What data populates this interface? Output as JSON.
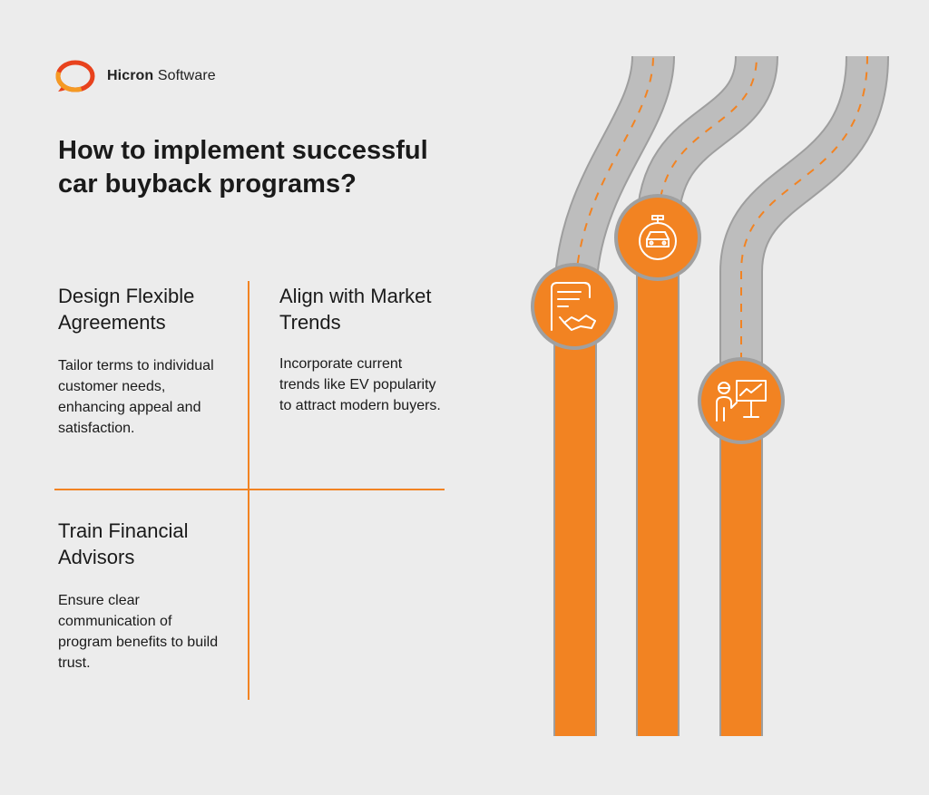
{
  "brand": {
    "name_bold": "Hicron",
    "name_regular": " Software"
  },
  "title": "How to implement successful car buyback programs?",
  "blocks": [
    {
      "heading": "Design Flexible Agreements",
      "text": "Tailor terms to individual customer needs, enhancing appeal and satisfaction."
    },
    {
      "heading": "Align with Market Trends",
      "text": "Incorporate current trends like EV popularity to attract modern buyers."
    },
    {
      "heading": "Train Financial Advisors",
      "text": "Ensure clear communication of program benefits to build trust."
    }
  ],
  "icons": {
    "road1": "contract-handshake-icon",
    "road2": "electric-car-icon",
    "road3": "presenter-chart-icon"
  },
  "colors": {
    "accent": "#f28322",
    "road_gray": "#bdbdbd",
    "background": "#ececec"
  }
}
